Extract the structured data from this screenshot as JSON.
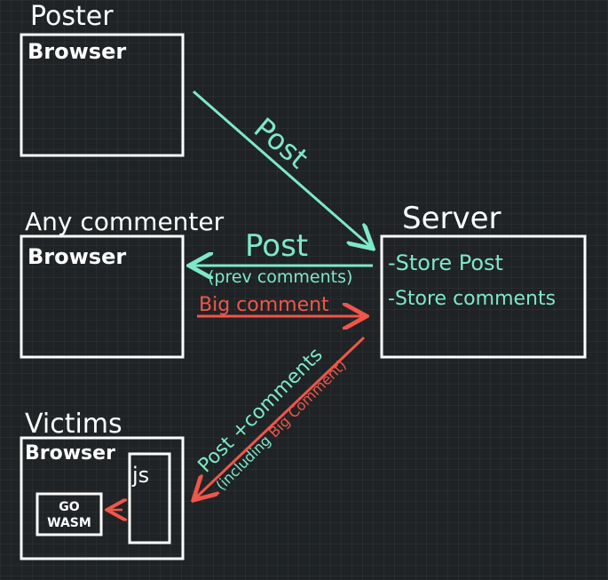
{
  "colors": {
    "background": "#1f2325",
    "stroke": "#ffffff",
    "teal": "#7ee8c8",
    "red": "#f0564a"
  },
  "nodes": {
    "poster": {
      "title": "Poster",
      "inner": "Browser"
    },
    "commenter": {
      "title": "Any commenter",
      "inner": "Browser"
    },
    "victims": {
      "title": "Victims",
      "inner": "Browser",
      "js": "js",
      "go_wasm_line1": "GO",
      "go_wasm_line2": "WASM"
    },
    "server": {
      "title": "Server",
      "item1": "-Store Post",
      "item2": "-Store comments"
    }
  },
  "edges": {
    "poster_to_server": "Post",
    "server_to_commenter": "Post",
    "server_to_commenter_sub": "(prev comments)",
    "commenter_to_server": "Big comment",
    "server_to_victims": "Post +comments",
    "server_to_victims_sub_a": "(including ",
    "server_to_victims_sub_b": "Big Comment)"
  }
}
